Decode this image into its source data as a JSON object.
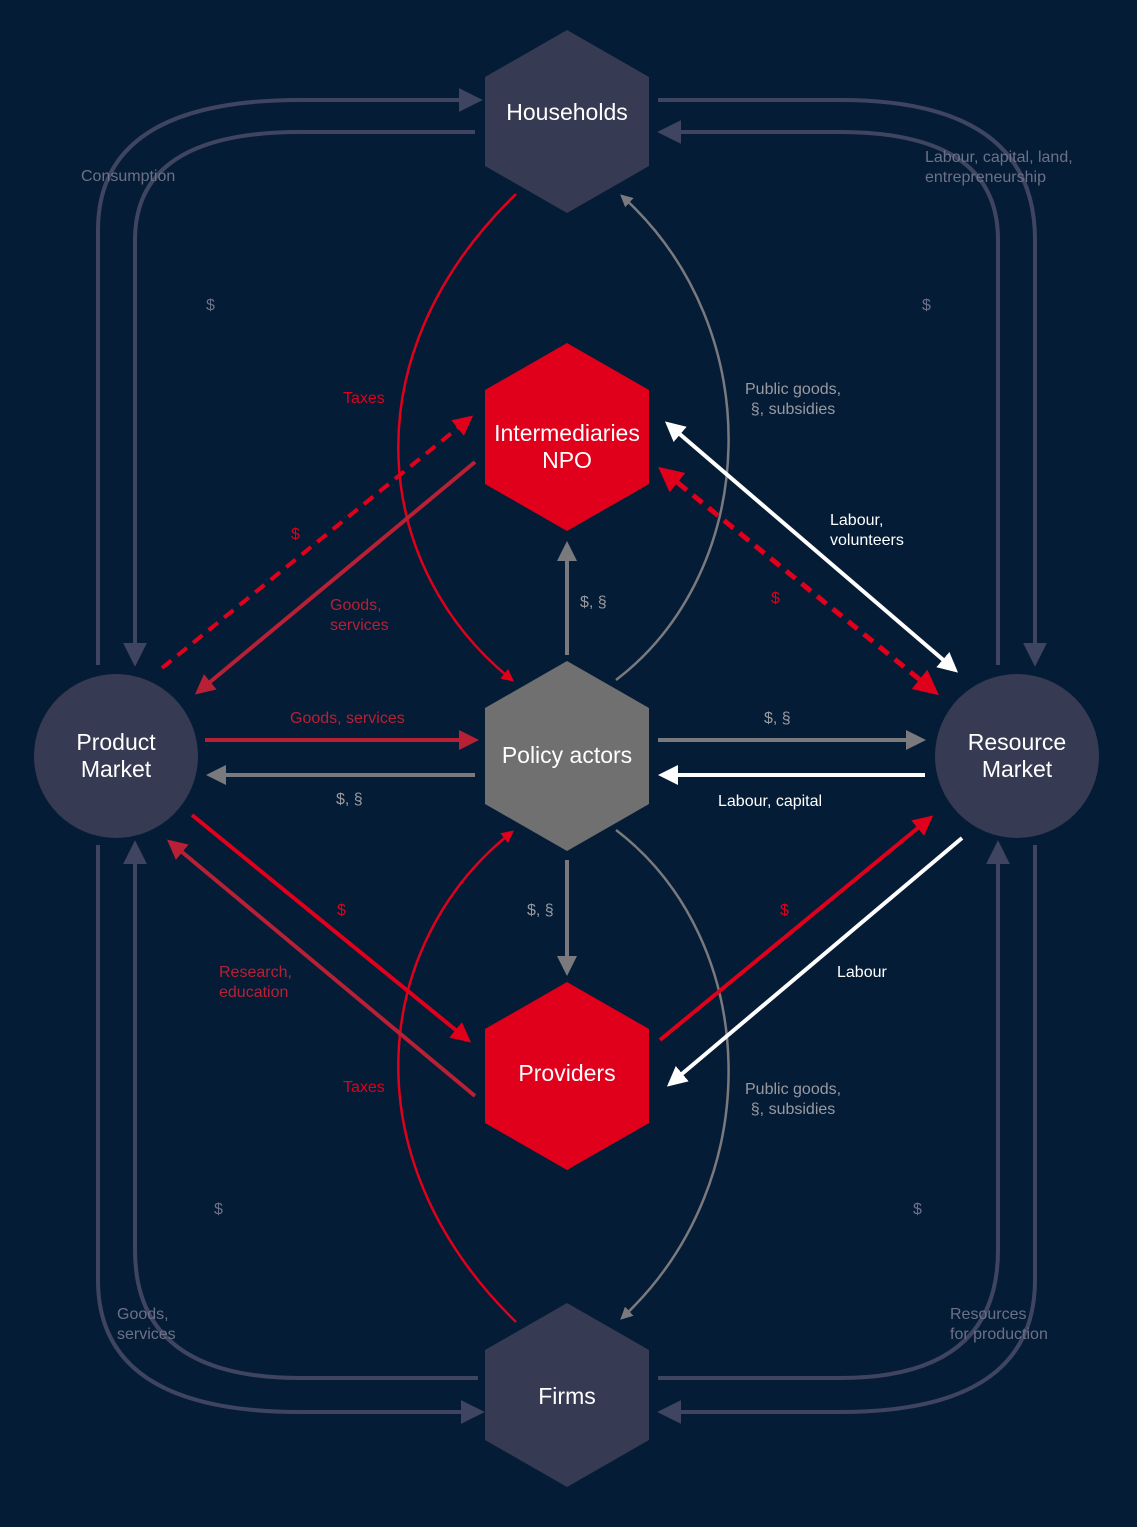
{
  "colors": {
    "background": "#041c35",
    "node_dark": "#363a52",
    "node_red": "#e0001b",
    "node_gray": "#707071",
    "arrow_gray": "#7a7a7e",
    "arrow_dark": "#3f4560",
    "arrow_white": "#ffffff",
    "arrow_red": "#e0001b",
    "arrow_red_muted": "#b82035"
  },
  "nodes": {
    "households": "Households",
    "intermediaries": "Intermediaries\nNPO",
    "policy": "Policy actors",
    "providers": "Providers",
    "firms": "Firms",
    "product_market": "Product\nMarket",
    "resource_market": "Resource\nMarket"
  },
  "labels": {
    "consumption": "Consumption",
    "dollar_top_left": "$",
    "labour_capital_land": "Labour, capital, land,\nentrepreneurship",
    "dollar_top_right": "$",
    "taxes_top": "Taxes",
    "public_goods_top": "Public goods,\n§, subsidies",
    "dollar_red_left": "$",
    "goods_services_red": "Goods,\nservices",
    "dollar_section_up": "$, §",
    "labour_volunteers": "Labour,\nvolunteers",
    "dollar_red_right": "$",
    "goods_services_mid": "Goods, services",
    "dollar_section_left": "$, §",
    "dollar_section_right": "$, §",
    "labour_capital": "Labour, capital",
    "dollar_red_lower_left": "$",
    "dollar_section_down": "$, §",
    "dollar_red_lower_right": "$",
    "research_education": "Research,\neducation",
    "labour": "Labour",
    "taxes_bottom": "Taxes",
    "public_goods_bottom": "Public goods,\n§, subsidies",
    "dollar_bottom_left": "$",
    "dollar_bottom_right": "$",
    "goods_services_bottom": "Goods,\nservices",
    "resources_for_production": "Resources\nfor production"
  }
}
